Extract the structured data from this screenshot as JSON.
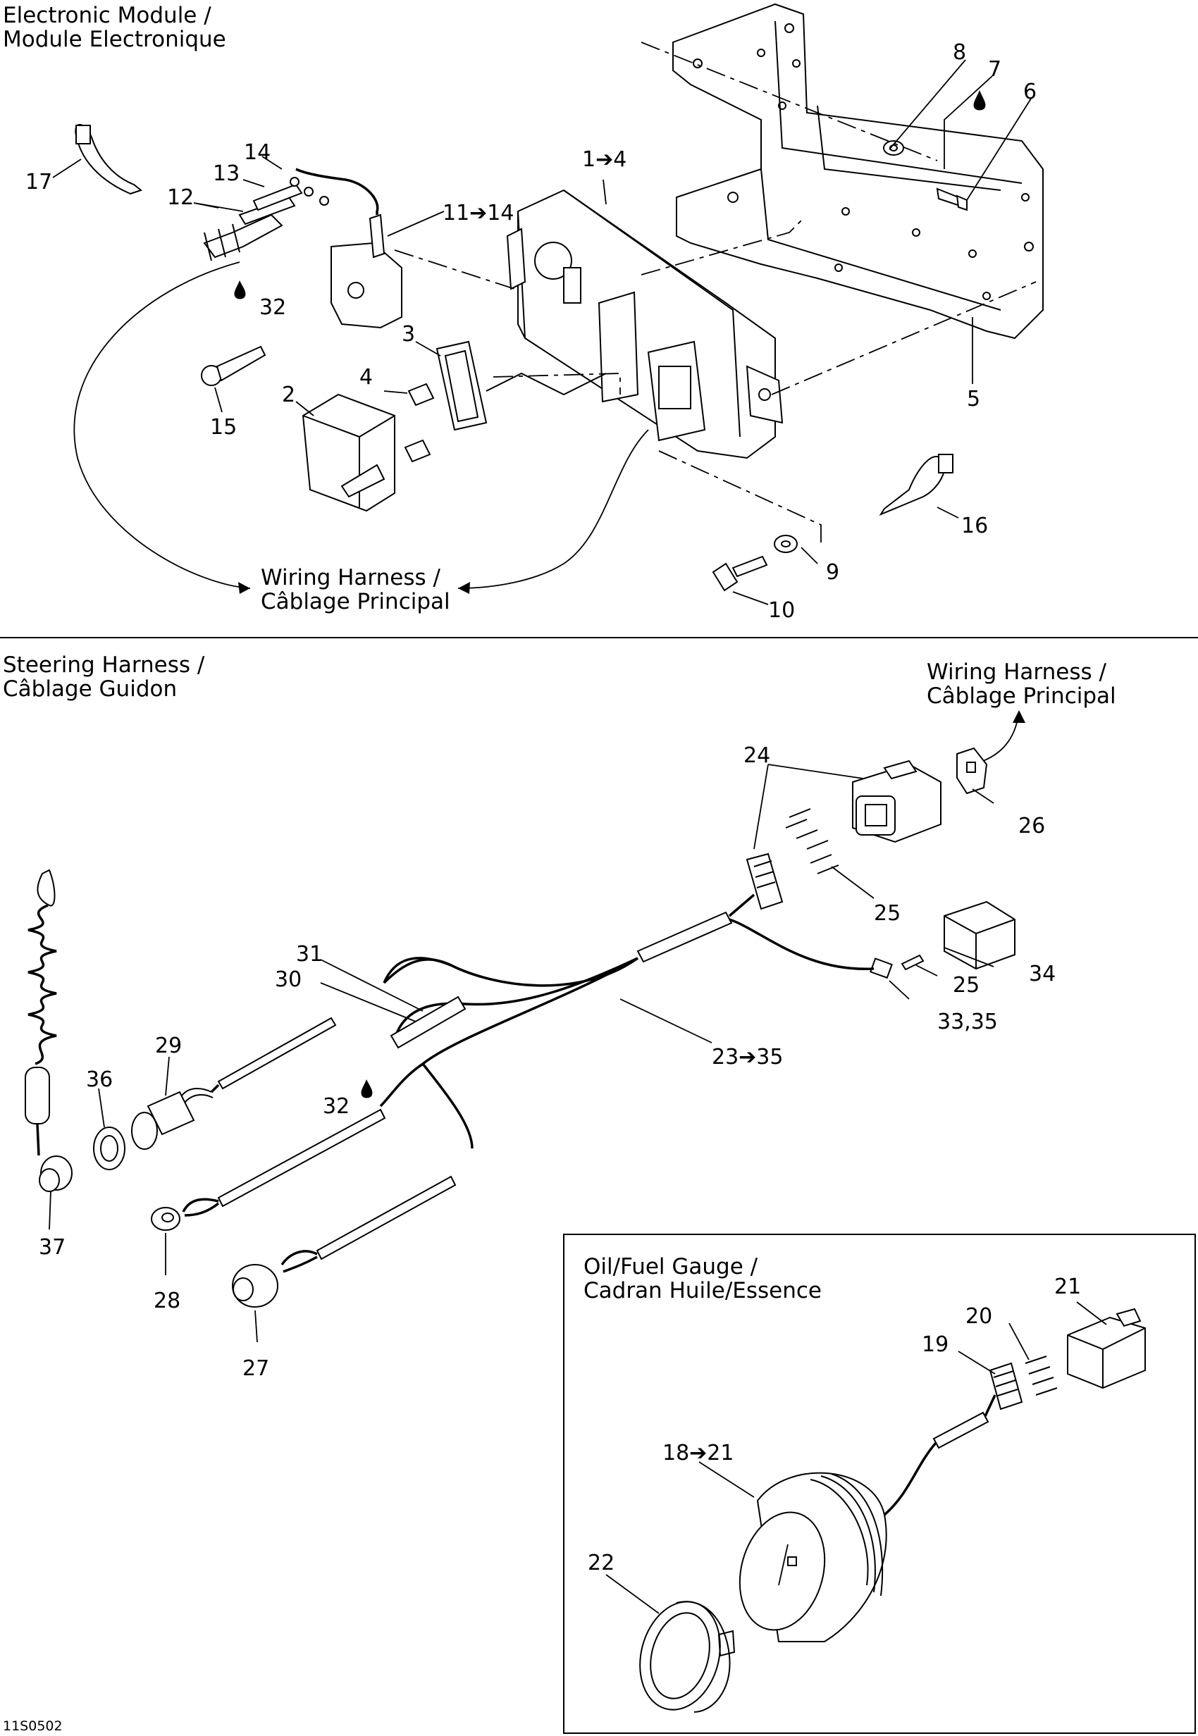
{
  "sections": {
    "electronic_module": {
      "title_line1": "Electronic Module /",
      "title_line2": "Module Electronique",
      "harness_line1": "Wiring Harness /",
      "harness_line2": "Câblage Principal"
    },
    "steering_harness": {
      "title_line1": "Steering Harness /",
      "title_line2": "Câblage Guidon",
      "harness_line1": "Wiring Harness /",
      "harness_line2": "Câblage Principal"
    },
    "gauge": {
      "title_line1": "Oil/Fuel Gauge /",
      "title_line2": "Cadran Huile/Essence"
    }
  },
  "callouts": {
    "c1": "1➔4",
    "c2": "2",
    "c3": "3",
    "c4": "4",
    "c5": "5",
    "c6": "6",
    "c7": "7",
    "c8": "8",
    "c9": "9",
    "c10": "10",
    "c11": "11➔14",
    "c12": "12",
    "c13": "13",
    "c14": "14",
    "c15": "15",
    "c16": "16",
    "c17": "17",
    "c32a": "32",
    "c18": "18➔21",
    "c19": "19",
    "c20": "20",
    "c21": "21",
    "c22": "22",
    "c23": "23➔35",
    "c24": "24",
    "c25a": "25",
    "c25b": "25",
    "c26": "26",
    "c27": "27",
    "c28": "28",
    "c29": "29",
    "c30": "30",
    "c31": "31",
    "c32b": "32",
    "c33": "33,35",
    "c34": "34",
    "c36": "36",
    "c37": "37"
  },
  "icons": [
    "oil-drop-icon"
  ],
  "figure_code": "11S0502"
}
